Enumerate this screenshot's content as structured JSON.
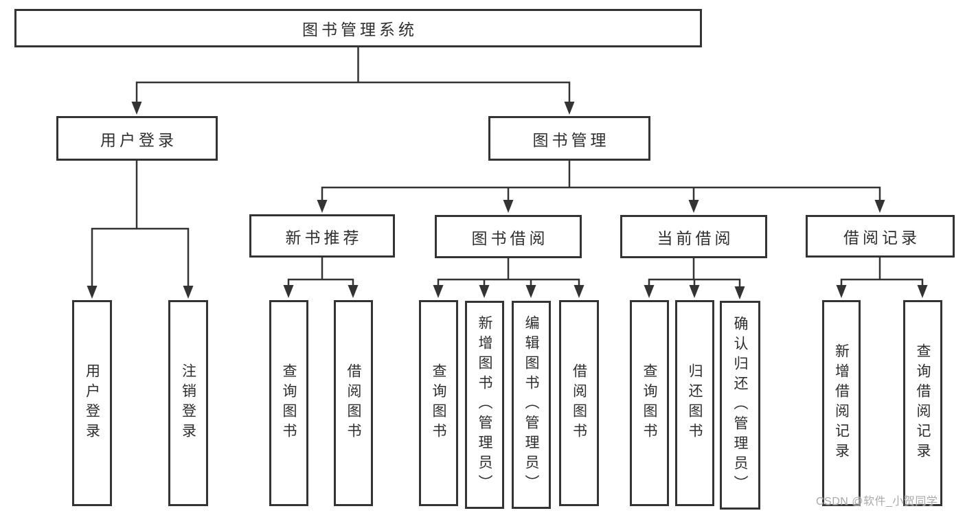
{
  "watermark": "CSDN @软件_小贺同学",
  "colors": {
    "line": "#333333",
    "box_background": "#ffffff",
    "text": "#2e2e2e",
    "watermark_text": "#a9a9a9"
  },
  "tree": {
    "label": "图书管理系统",
    "children": [
      {
        "label": "用户登录",
        "children": [
          {
            "label": "用户登录"
          },
          {
            "label": "注销登录"
          }
        ]
      },
      {
        "label": "图书管理",
        "children": [
          {
            "label": "新书推荐",
            "children": [
              {
                "label": "查询图书"
              },
              {
                "label": "借阅图书"
              }
            ]
          },
          {
            "label": "图书借阅",
            "children": [
              {
                "label": "查询图书"
              },
              {
                "label": "新增图书（管理员）"
              },
              {
                "label": "编辑图书（管理员）"
              },
              {
                "label": "借阅图书"
              }
            ]
          },
          {
            "label": "当前借阅",
            "children": [
              {
                "label": "查询图书"
              },
              {
                "label": "归还图书"
              },
              {
                "label": "确认归还（管理员）"
              }
            ]
          },
          {
            "label": "借阅记录",
            "children": [
              {
                "label": "新增借阅记录"
              },
              {
                "label": "查询借阅记录"
              }
            ]
          }
        ]
      }
    ]
  }
}
